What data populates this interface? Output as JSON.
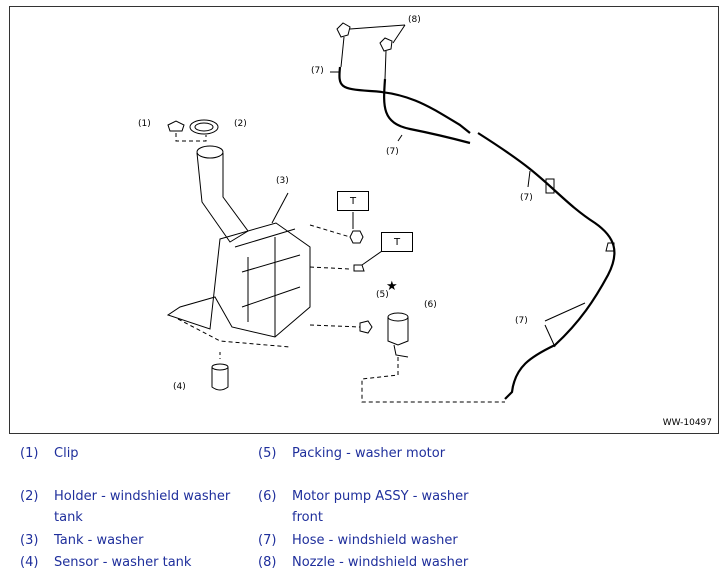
{
  "figure": {
    "id": "WW-10497",
    "callouts": {
      "c1": "(1)",
      "c2": "(2)",
      "c3": "(3)",
      "c4": "(4)",
      "c5": "(5)",
      "c6": "(6)",
      "c7a": "(7)",
      "c7b": "(7)",
      "c7c": "(7)",
      "c7d": "(7)",
      "c8": "(8)"
    },
    "torque_boxes": [
      "T",
      "T"
    ],
    "star": "★"
  },
  "legend": [
    {
      "num": "(1)",
      "text": "Clip"
    },
    {
      "num": "(2)",
      "text": "Holder - windshield washer tank"
    },
    {
      "num": "(3)",
      "text": "Tank - washer"
    },
    {
      "num": "(4)",
      "text": "Sensor - washer tank"
    },
    {
      "num": "(5)",
      "text": "Packing - washer motor"
    },
    {
      "num": "(6)",
      "text": "Motor pump ASSY - washer front"
    },
    {
      "num": "(7)",
      "text": "Hose - windshield washer"
    },
    {
      "num": "(8)",
      "text": "Nozzle - windshield washer"
    }
  ],
  "colors": {
    "legend_text": "#1f2f9c",
    "line": "#000000"
  }
}
